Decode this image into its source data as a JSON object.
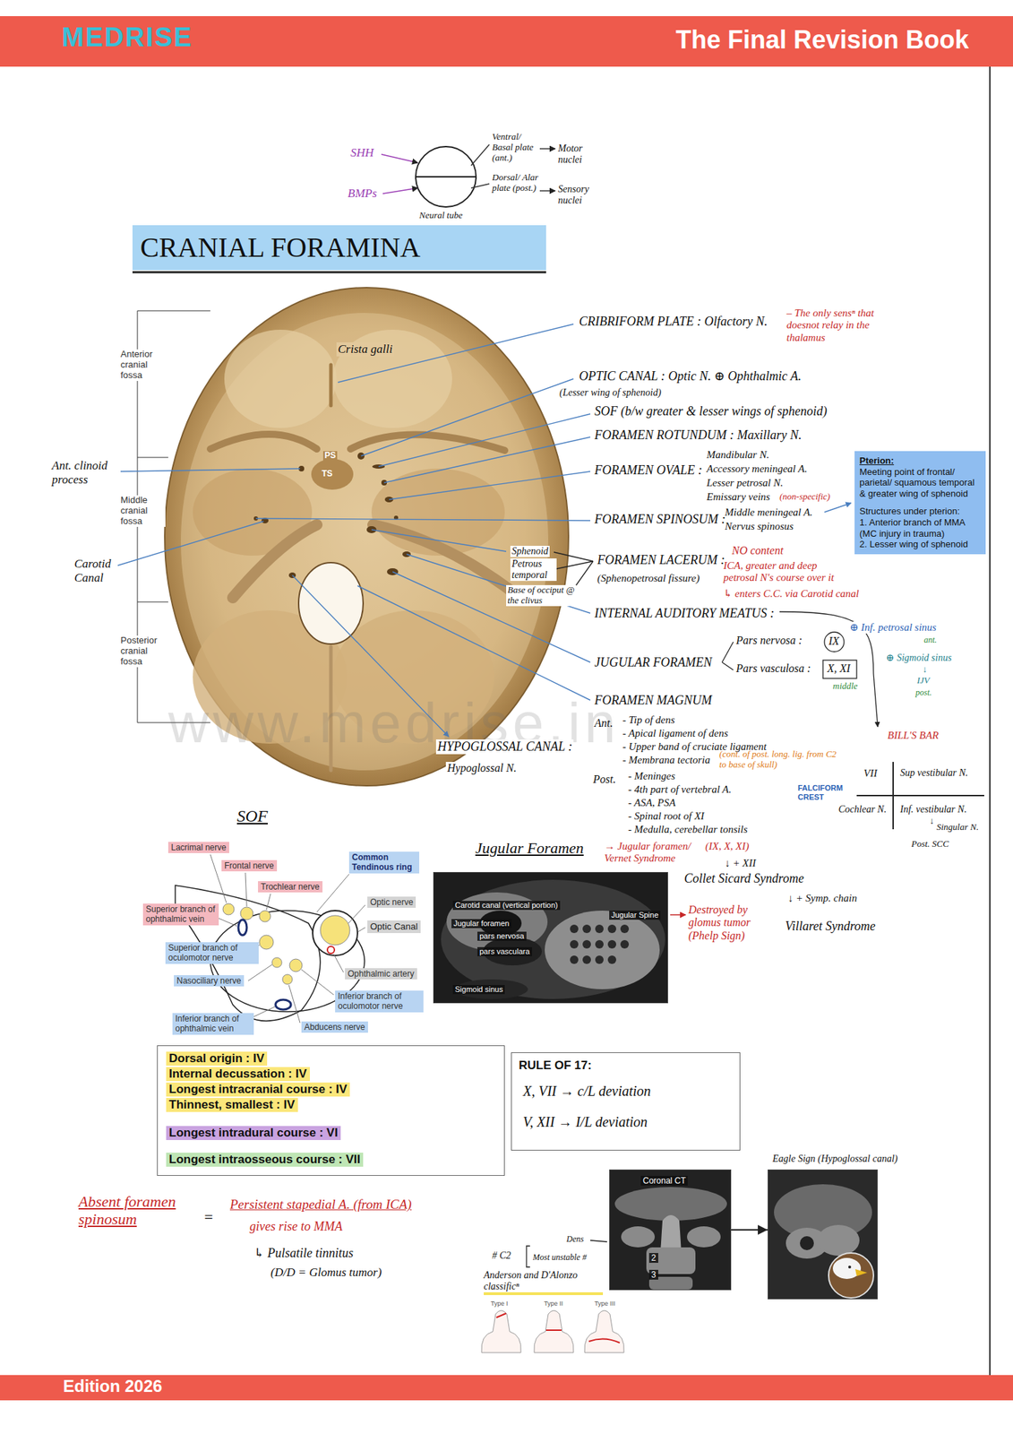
{
  "diagram": {
    "title": "CRANIAL FORAMINA",
    "nodes": [
      {
        "text": [
          "Pterion:",
          "Meeting point of frontal/ parietal/ squamous temporal & greater wing of sphenoid",
          "Structures under pterion:",
          "1. Anterior branch of MMA (MC injury in trauma)",
          "2. Lesser wing of sphenoid"
        ]
      },
      {
        "text": [
          "Carotid canal (vertical portion)",
          "Jugular foramen",
          "pars nervosa",
          "pars vasculara",
          "Sigmoid sinus",
          "Jugular Spine"
        ]
      },
      {
        "text": [
          "Dorsal origin : IV",
          "Internal decussation : IV",
          "Longest intracranial course : IV",
          "Thinnest, smallest : IV",
          "Longest intradural course : VI",
          "Longest intraosseous course : VII"
        ]
      },
      {
        "text": [
          "RULE OF 17:",
          "X, VII → c/L deviation",
          "V, XII → I/L deviation"
        ]
      },
      {
        "text": [
          "Coronal CT",
          "2",
          "3"
        ]
      },
      {
        "text": [
          "Eagle Sign (Hypoglossal canal)"
        ]
      }
    ],
    "edges": [
      {
        "from": 4,
        "to": 5,
        "arrow": "to"
      }
    ],
    "labels": [
      "MEDRISE",
      "The Final Revision Book",
      "SHH",
      "BMPs",
      "Ventral/ Basal plate (ant.)",
      "Motor nuclei",
      "Dorsal/ Alar plate (post.)",
      "Sensory nuclei",
      "Neural tube",
      "Anterior cranial fossa",
      "Middle cranial fossa",
      "Posterior cranial fossa",
      "Ant. clinoid process",
      "Carotid Canal",
      "Crista galli",
      "PS",
      "TS",
      "CRIBRIFORM PLATE : Olfactory N.",
      "– The only sensⁿ that doesnot relay in the thalamus",
      "OPTIC CANAL : Optic N. ⊕ Ophthalmic A.",
      "(Lesser wing of sphenoid)",
      "SOF (b/w greater & lesser wings of sphenoid)",
      "FORAMEN ROTUNDUM : Maxillary N.",
      "FORAMEN OVALE :",
      "Mandibular N.",
      "Accessory meningeal A.",
      "Lesser petrosal N.",
      "Emissary veins",
      "(non-specific)",
      "FORAMEN SPINOSUM :",
      "Middle meningeal A.",
      "Nervus spinosus",
      "Sphenoid",
      "Petrous temporal",
      "Base of occiput @ the clivus",
      "FORAMEN LACERUM :",
      "(Sphenopetrosal fissure)",
      "NO content",
      "ICA, greater and deep petrosal N's course over it",
      "↳ enters C.C. via Carotid canal",
      "INTERNAL AUDITORY MEATUS :",
      "JUGULAR FORAMEN",
      "Pars nervosa :",
      "IX",
      "⊕ Inf. petrosal sinus",
      "ant.",
      "Pars vasculosa :",
      "X, XI",
      "middle",
      "⊕ Sigmoid sinus",
      "↓",
      "IJV",
      "post.",
      "FORAMEN MAGNUM",
      "Ant.",
      "- Tip of dens",
      "- Apical ligament of dens",
      "- Upper band of cruciate ligament",
      "- Membrana tectoria",
      "(cont. of post. long. lig. from C2 to base of skull)",
      "Post.",
      "- Meninges",
      "- 4th part of vertebral A.",
      "- ASA, PSA",
      "- Spinal root of XI",
      "- Medulla, cerebellar tonsils",
      "HYPOGLOSSAL CANAL :",
      "Hypoglossal N.",
      "BILL'S BAR",
      "VII",
      "Sup vestibular N.",
      "FALCIFORM CREST",
      "Cochlear N.",
      "Inf. vestibular N.",
      "↓",
      "Singular N.",
      "Post. SCC",
      "www.medrise.in",
      "SOF",
      "Lacrimal nerve",
      "Frontal nerve",
      "Trochlear nerve",
      "Common Tendinous ring",
      "Optic nerve",
      "Optic Canal",
      "Superior branch of ophthalmic vein",
      "Superior branch of oculomotor nerve",
      "Nasociliary nerve",
      "Ophthalmic artery",
      "Inferior branch of oculomotor nerve",
      "Inferior branch of ophthalmic vein",
      "Abducens nerve",
      "Jugular Foramen",
      "→ Jugular foramen/ Vernet Syndrome",
      "(IX, X, XI)",
      "↓ + XII",
      "Collet Sicard Syndrome",
      "↓ + Symp. chain",
      "Villaret Syndrome",
      "Destroyed by glomus tumor (Phelp Sign)",
      "Absent foramen spinosum",
      "=",
      "Persistent stapedial A. (from ICA)",
      "gives rise to MMA",
      "↳ Pulsatile tinnitus",
      "(D/D = Glomus tumor)",
      "Dens",
      "# C2",
      "Most unstable #",
      "Anderson and D'Alonzo classificⁿ",
      "Type I",
      "Type II",
      "Type III",
      "Edition 2026"
    ]
  }
}
